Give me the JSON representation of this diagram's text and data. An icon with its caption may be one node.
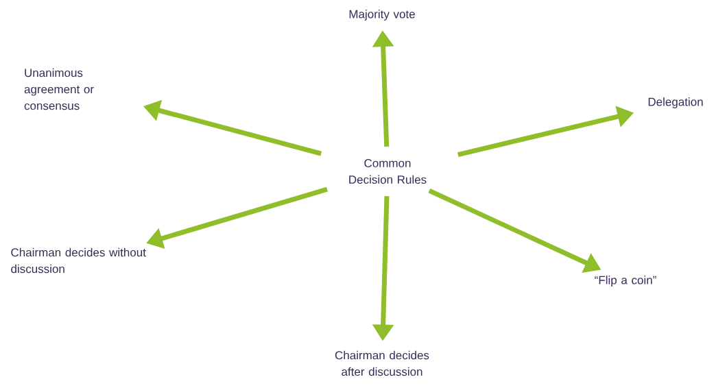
{
  "diagram": {
    "nodes": [
      {
        "text": [
          "Majority vote"
        ]
      },
      {
        "text": [
          "Unanimous agreement or consensus"
        ]
      },
      {
        "text": [
          "Delegation"
        ]
      },
      {
        "text": [
          "Common Decision Rules"
        ]
      },
      {
        "text": [
          "Chairman decides without discussion"
        ]
      },
      {
        "text": [
          "“Flip a coin”"
        ]
      },
      {
        "text": [
          "Chairman decides after discussion"
        ]
      }
    ],
    "edges": [
      {
        "from": 3,
        "to": 0,
        "arrow": "to"
      },
      {
        "from": 3,
        "to": 1,
        "arrow": "to"
      },
      {
        "from": 3,
        "to": 2,
        "arrow": "to"
      },
      {
        "from": 3,
        "to": 4,
        "arrow": "to"
      },
      {
        "from": 3,
        "to": 5,
        "arrow": "to"
      },
      {
        "from": 3,
        "to": 6,
        "arrow": "to"
      }
    ]
  }
}
